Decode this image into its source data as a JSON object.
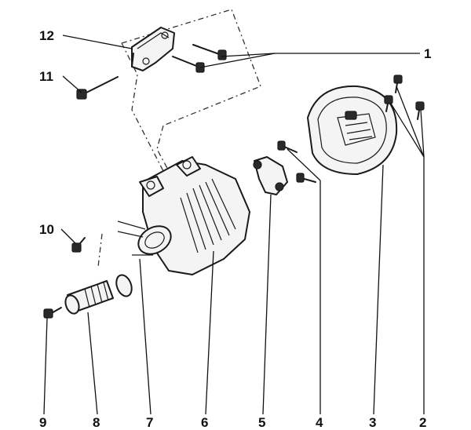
{
  "callouts": {
    "c1": "1",
    "c2": "2",
    "c3": "3",
    "c4": "4",
    "c5": "5",
    "c6": "6",
    "c7": "7",
    "c8": "8",
    "c9": "9",
    "c10": "10",
    "c11": "11",
    "c12": "12"
  },
  "icons": {
    "alternator": "alternator-icon",
    "rear-cover": "rear-cover-icon",
    "brush-holder": "voltage-regulator-icon",
    "tensioner": "tensioner-icon",
    "bracket": "mounting-bracket-icon",
    "bolt": "bolt-icon"
  }
}
